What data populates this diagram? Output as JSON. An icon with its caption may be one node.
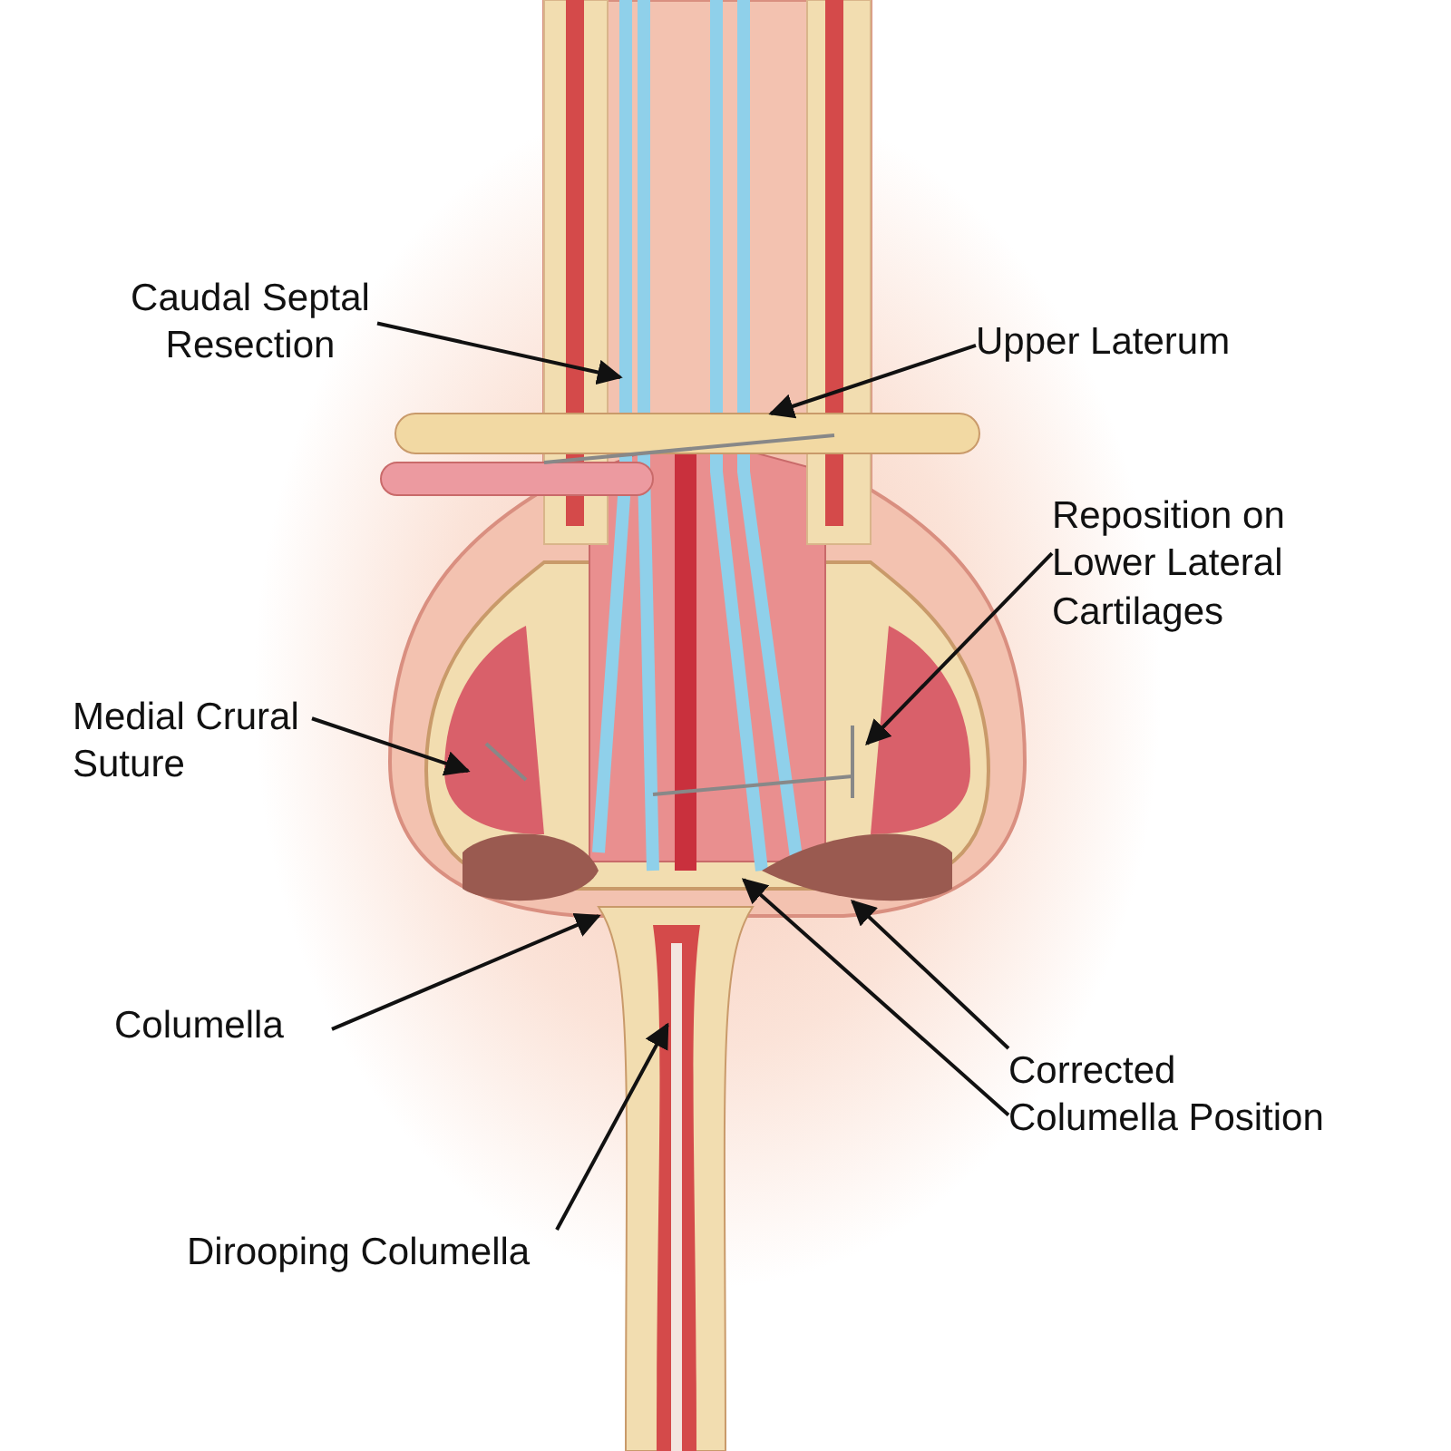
{
  "diagram": {
    "nodes": [
      {
        "text": [
          "Caudal Septal Resection"
        ]
      },
      {
        "text": [
          "Upper Laterum"
        ]
      },
      {
        "text": [
          "Reposition on Lower Lateral Cartilages"
        ]
      },
      {
        "text": [
          "Medial Crural Suture"
        ]
      },
      {
        "text": [
          "Columella"
        ]
      },
      {
        "text": [
          "Corrected Columella Position"
        ]
      },
      {
        "text": [
          "Dirooping Columella"
        ]
      }
    ],
    "edges": [
      {
        "from": 0,
        "to": null,
        "arrow": "to"
      },
      {
        "from": 1,
        "to": null,
        "arrow": "to"
      },
      {
        "from": 2,
        "to": null,
        "arrow": "to"
      },
      {
        "from": 3,
        "to": null,
        "arrow": "to"
      },
      {
        "from": 4,
        "to": null,
        "arrow": "to"
      },
      {
        "from": 5,
        "to": null,
        "arrow": "to"
      },
      {
        "from": 5,
        "to": null,
        "arrow": "to"
      },
      {
        "from": 6,
        "to": null,
        "arrow": "to"
      }
    ]
  }
}
